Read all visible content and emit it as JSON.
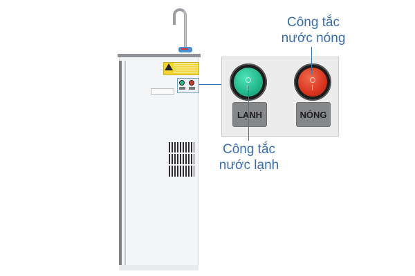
{
  "image": {
    "subject": "water purifier cabinet with hot and cold water switches",
    "background_color": "#ffffff"
  },
  "callouts": {
    "hot_switch": {
      "line1": "Công tắc",
      "line2": "nước nóng",
      "color": "#3a6da5"
    },
    "cold_switch": {
      "line1": "Công tắc",
      "line2": "nước lạnh",
      "color": "#3a6da5"
    }
  },
  "panel": {
    "buttons": [
      {
        "label": "LẠNH",
        "cap_color": "#22b68a"
      },
      {
        "label": "NÓNG",
        "cap_color": "#d8341f"
      }
    ]
  },
  "warning_label": {
    "color": "#f2d531"
  }
}
